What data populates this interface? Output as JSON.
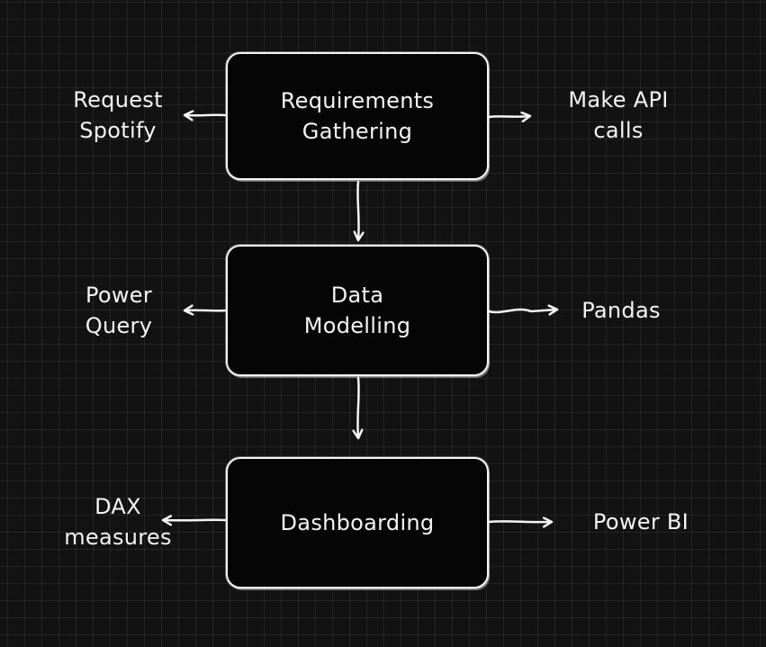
{
  "nodes": {
    "requirements": "Requirements\nGathering",
    "modelling": "Data\nModelling",
    "dashboarding": "Dashboarding"
  },
  "side_labels": {
    "request_spotify": "Request\nSpotify",
    "make_api_calls": "Make API\ncalls",
    "power_query": "Power\nQuery",
    "pandas": "Pandas",
    "dax_measures": "DAX\nmeasures",
    "power_bi": "Power BI"
  },
  "colors": {
    "background": "#121212",
    "grid": "#2a2a2a",
    "stroke": "#f4f4f4",
    "node_fill": "#050505"
  }
}
